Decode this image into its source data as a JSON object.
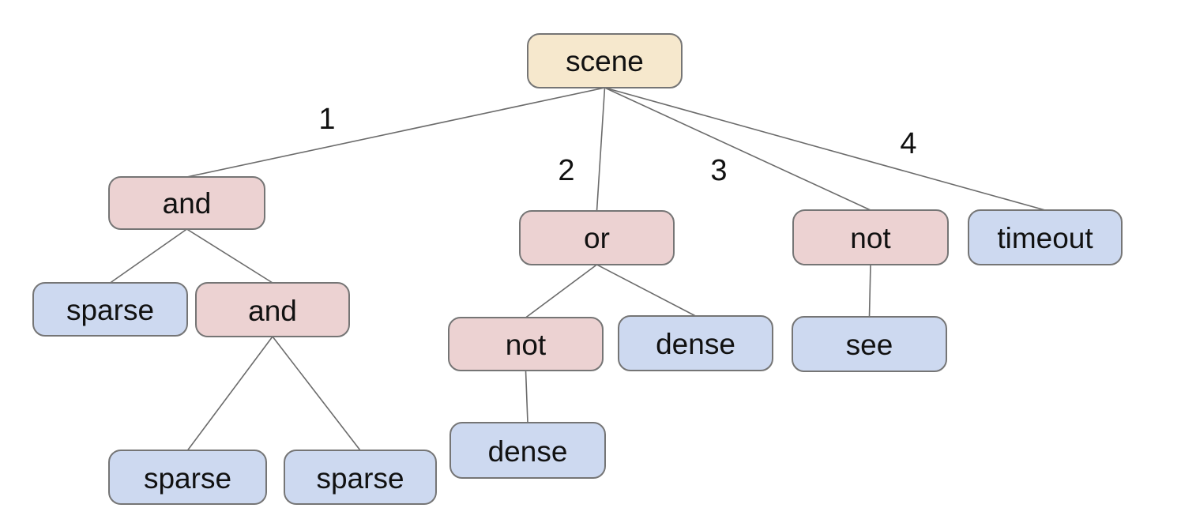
{
  "tree": {
    "nodes": {
      "scene": {
        "label": "scene",
        "type": "root"
      },
      "and1": {
        "label": "and",
        "type": "operator"
      },
      "or1": {
        "label": "or",
        "type": "operator"
      },
      "not1": {
        "label": "not",
        "type": "operator"
      },
      "timeout": {
        "label": "timeout",
        "type": "leaf"
      },
      "sparse1": {
        "label": "sparse",
        "type": "leaf"
      },
      "and2": {
        "label": "and",
        "type": "operator"
      },
      "not2": {
        "label": "not",
        "type": "operator"
      },
      "dense1": {
        "label": "dense",
        "type": "leaf"
      },
      "see": {
        "label": "see",
        "type": "leaf"
      },
      "sparse2": {
        "label": "sparse",
        "type": "leaf"
      },
      "sparse3": {
        "label": "sparse",
        "type": "leaf"
      },
      "dense2": {
        "label": "dense",
        "type": "leaf"
      }
    },
    "edge_labels": {
      "e1": "1",
      "e2": "2",
      "e3": "3",
      "e4": "4"
    },
    "edges": [
      {
        "from": "scene",
        "to": "and1",
        "label": "1"
      },
      {
        "from": "scene",
        "to": "or1",
        "label": "2"
      },
      {
        "from": "scene",
        "to": "not1",
        "label": "3"
      },
      {
        "from": "scene",
        "to": "timeout",
        "label": "4"
      },
      {
        "from": "and1",
        "to": "sparse1",
        "label": ""
      },
      {
        "from": "and1",
        "to": "and2",
        "label": ""
      },
      {
        "from": "and2",
        "to": "sparse2",
        "label": ""
      },
      {
        "from": "and2",
        "to": "sparse3",
        "label": ""
      },
      {
        "from": "or1",
        "to": "not2",
        "label": ""
      },
      {
        "from": "or1",
        "to": "dense1",
        "label": ""
      },
      {
        "from": "not2",
        "to": "dense2",
        "label": ""
      },
      {
        "from": "not1",
        "to": "see",
        "label": ""
      }
    ],
    "colors": {
      "root-fill": "#f6e8cd",
      "operator-fill": "#ecd2d2",
      "leaf-fill": "#cdd9f0",
      "node-border": "#757575",
      "edge-line": "#6b6b6b",
      "text": "#111111",
      "background": "#ffffff"
    }
  }
}
